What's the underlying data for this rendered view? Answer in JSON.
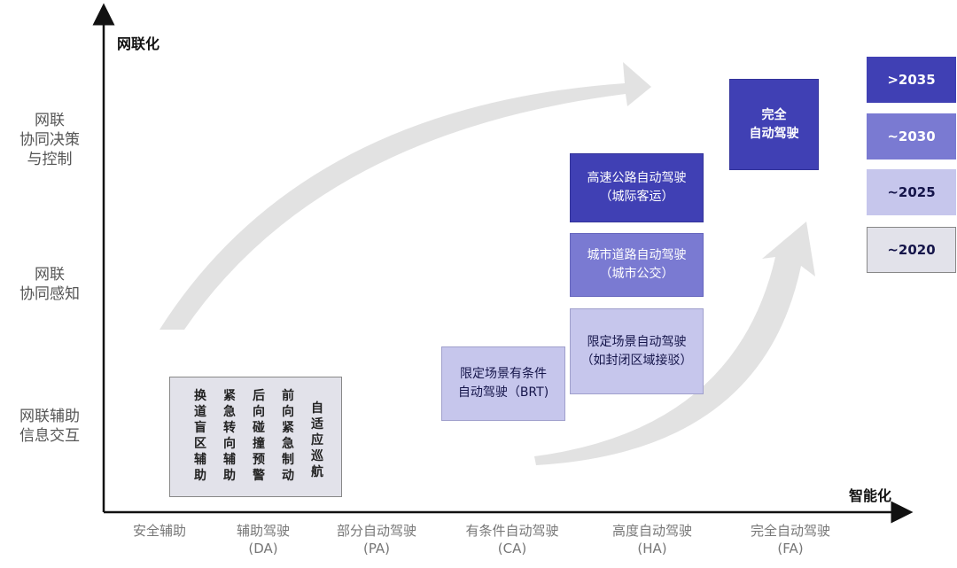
{
  "axes": {
    "y_title": "网联化",
    "x_title": "智能化"
  },
  "y_levels": [
    {
      "lines": [
        "网联",
        "协同决策",
        "与控制"
      ]
    },
    {
      "lines": [
        "网联",
        "协同感知"
      ]
    },
    {
      "lines": [
        "网联辅助",
        "信息交互"
      ]
    }
  ],
  "x_levels": [
    {
      "name": "安全辅助",
      "code": ""
    },
    {
      "name": "辅助驾驶",
      "code": "(DA)"
    },
    {
      "name": "部分自动驾驶",
      "code": "(PA)"
    },
    {
      "name": "有条件自动驾驶",
      "code": "(CA)"
    },
    {
      "name": "高度自动驾驶",
      "code": "(HA)"
    },
    {
      "name": "完全自动驾驶",
      "code": "(FA)"
    }
  ],
  "da_features": [
    "换道盲区辅助",
    "紧急转向辅助",
    "后向碰撞预警",
    "前向紧急制动",
    "自适应巡航"
  ],
  "boxes": {
    "brt": {
      "line1": "限定场景有条件",
      "line2": "自动驾驶（BRT)"
    },
    "closed": {
      "line1": "限定场景自动驾驶",
      "line2": "（如封闭区域接驳）"
    },
    "urban": {
      "line1": "城市道路自动驾驶",
      "line2": "（城市公交）"
    },
    "highway": {
      "line1": "高速公路自动驾驶",
      "line2": "（城际客运）"
    },
    "full": {
      "line1": "完全",
      "line2": "自动驾驶"
    }
  },
  "legend": [
    {
      "label": ">2035",
      "color": "#4040b4"
    },
    {
      "label": "~2030",
      "color": "#7a7ad2"
    },
    {
      "label": "~2025",
      "color": "#c6c6ec"
    },
    {
      "label": "~2020",
      "color": "#e2e2ea"
    }
  ]
}
